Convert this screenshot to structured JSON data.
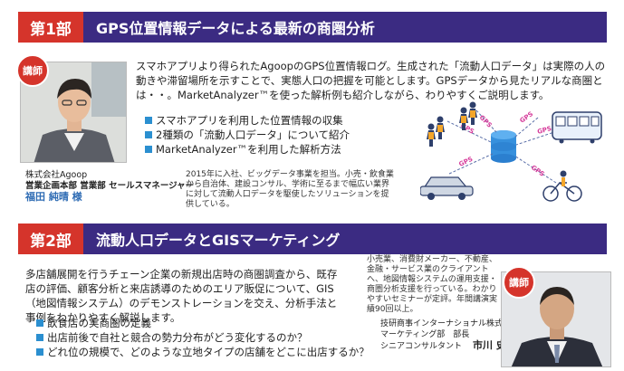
{
  "section1": {
    "number": "第1部",
    "title": "GPS位置情報データによる最新の商圏分析",
    "badge": "講師",
    "intro": "スマホアプリより得られたAgoopのGPS位置情報ログ。生成された「流動人口データ」は実際の人の動きや滞留場所を示すことで、実態人口の把握を可能とします。GPSデータから見たリアルな商圏とは・・。MarketAnalyzer™を使った解析例も紹介しながら、わりやすくご説明します。",
    "bullets": [
      "スマホアプリを利用した位置情報の収集",
      "2種類の「流動人口データ」について紹介",
      "MarketAnalyzer™を利用した解析方法"
    ],
    "company": "株式会社Agoop",
    "role": "営業企画本部 営業部 セールスマネージャー",
    "speaker": "福田 純晴 様",
    "bio": "2015年に入社、ビッグデータ事業を担当。小売・飲食業から自治体、建設コンサル、学術に至るまで幅広い業界に対して流動人口データを駆使したソリューションを提供している。",
    "gps_label": "GPS"
  },
  "section2": {
    "number": "第2部",
    "title": "流動人口データとGISマーケティング",
    "badge": "講師",
    "intro": "多店舗展開を行うチェーン企業の新規出店時の商圏調査から、既存店の評価、顧客分析と来店誘導のためのエリア販促について、GIS（地図情報システム）のデモンストレーションを交え、分析手法と事例をわかりやすく解説します。",
    "bullets": [
      "飲食店の実商圏の定義",
      "出店前後で自社と競合の勢力分布がどう変化するのか？",
      "どれ位の規模で、どのような立地タイプの店舗をどこに出店するか？"
    ],
    "bio": "小売業、消費財メーカー、不動産、金融・サービス業のクライアントへ、地図情報システムの運用支援・商圏分析支援を行っている。わかりやすいセミナーが定評。年間講演実績90回以上。",
    "company": "技研商事インターナショナル株式会社",
    "dept": "マーケティング部　部長",
    "role": "シニアコンサルタント",
    "speaker": "市川 史祥"
  },
  "colors": {
    "header_bar": "#3b2b82",
    "accent_red": "#d5342b",
    "bullet_blue": "#2b8fd0"
  }
}
